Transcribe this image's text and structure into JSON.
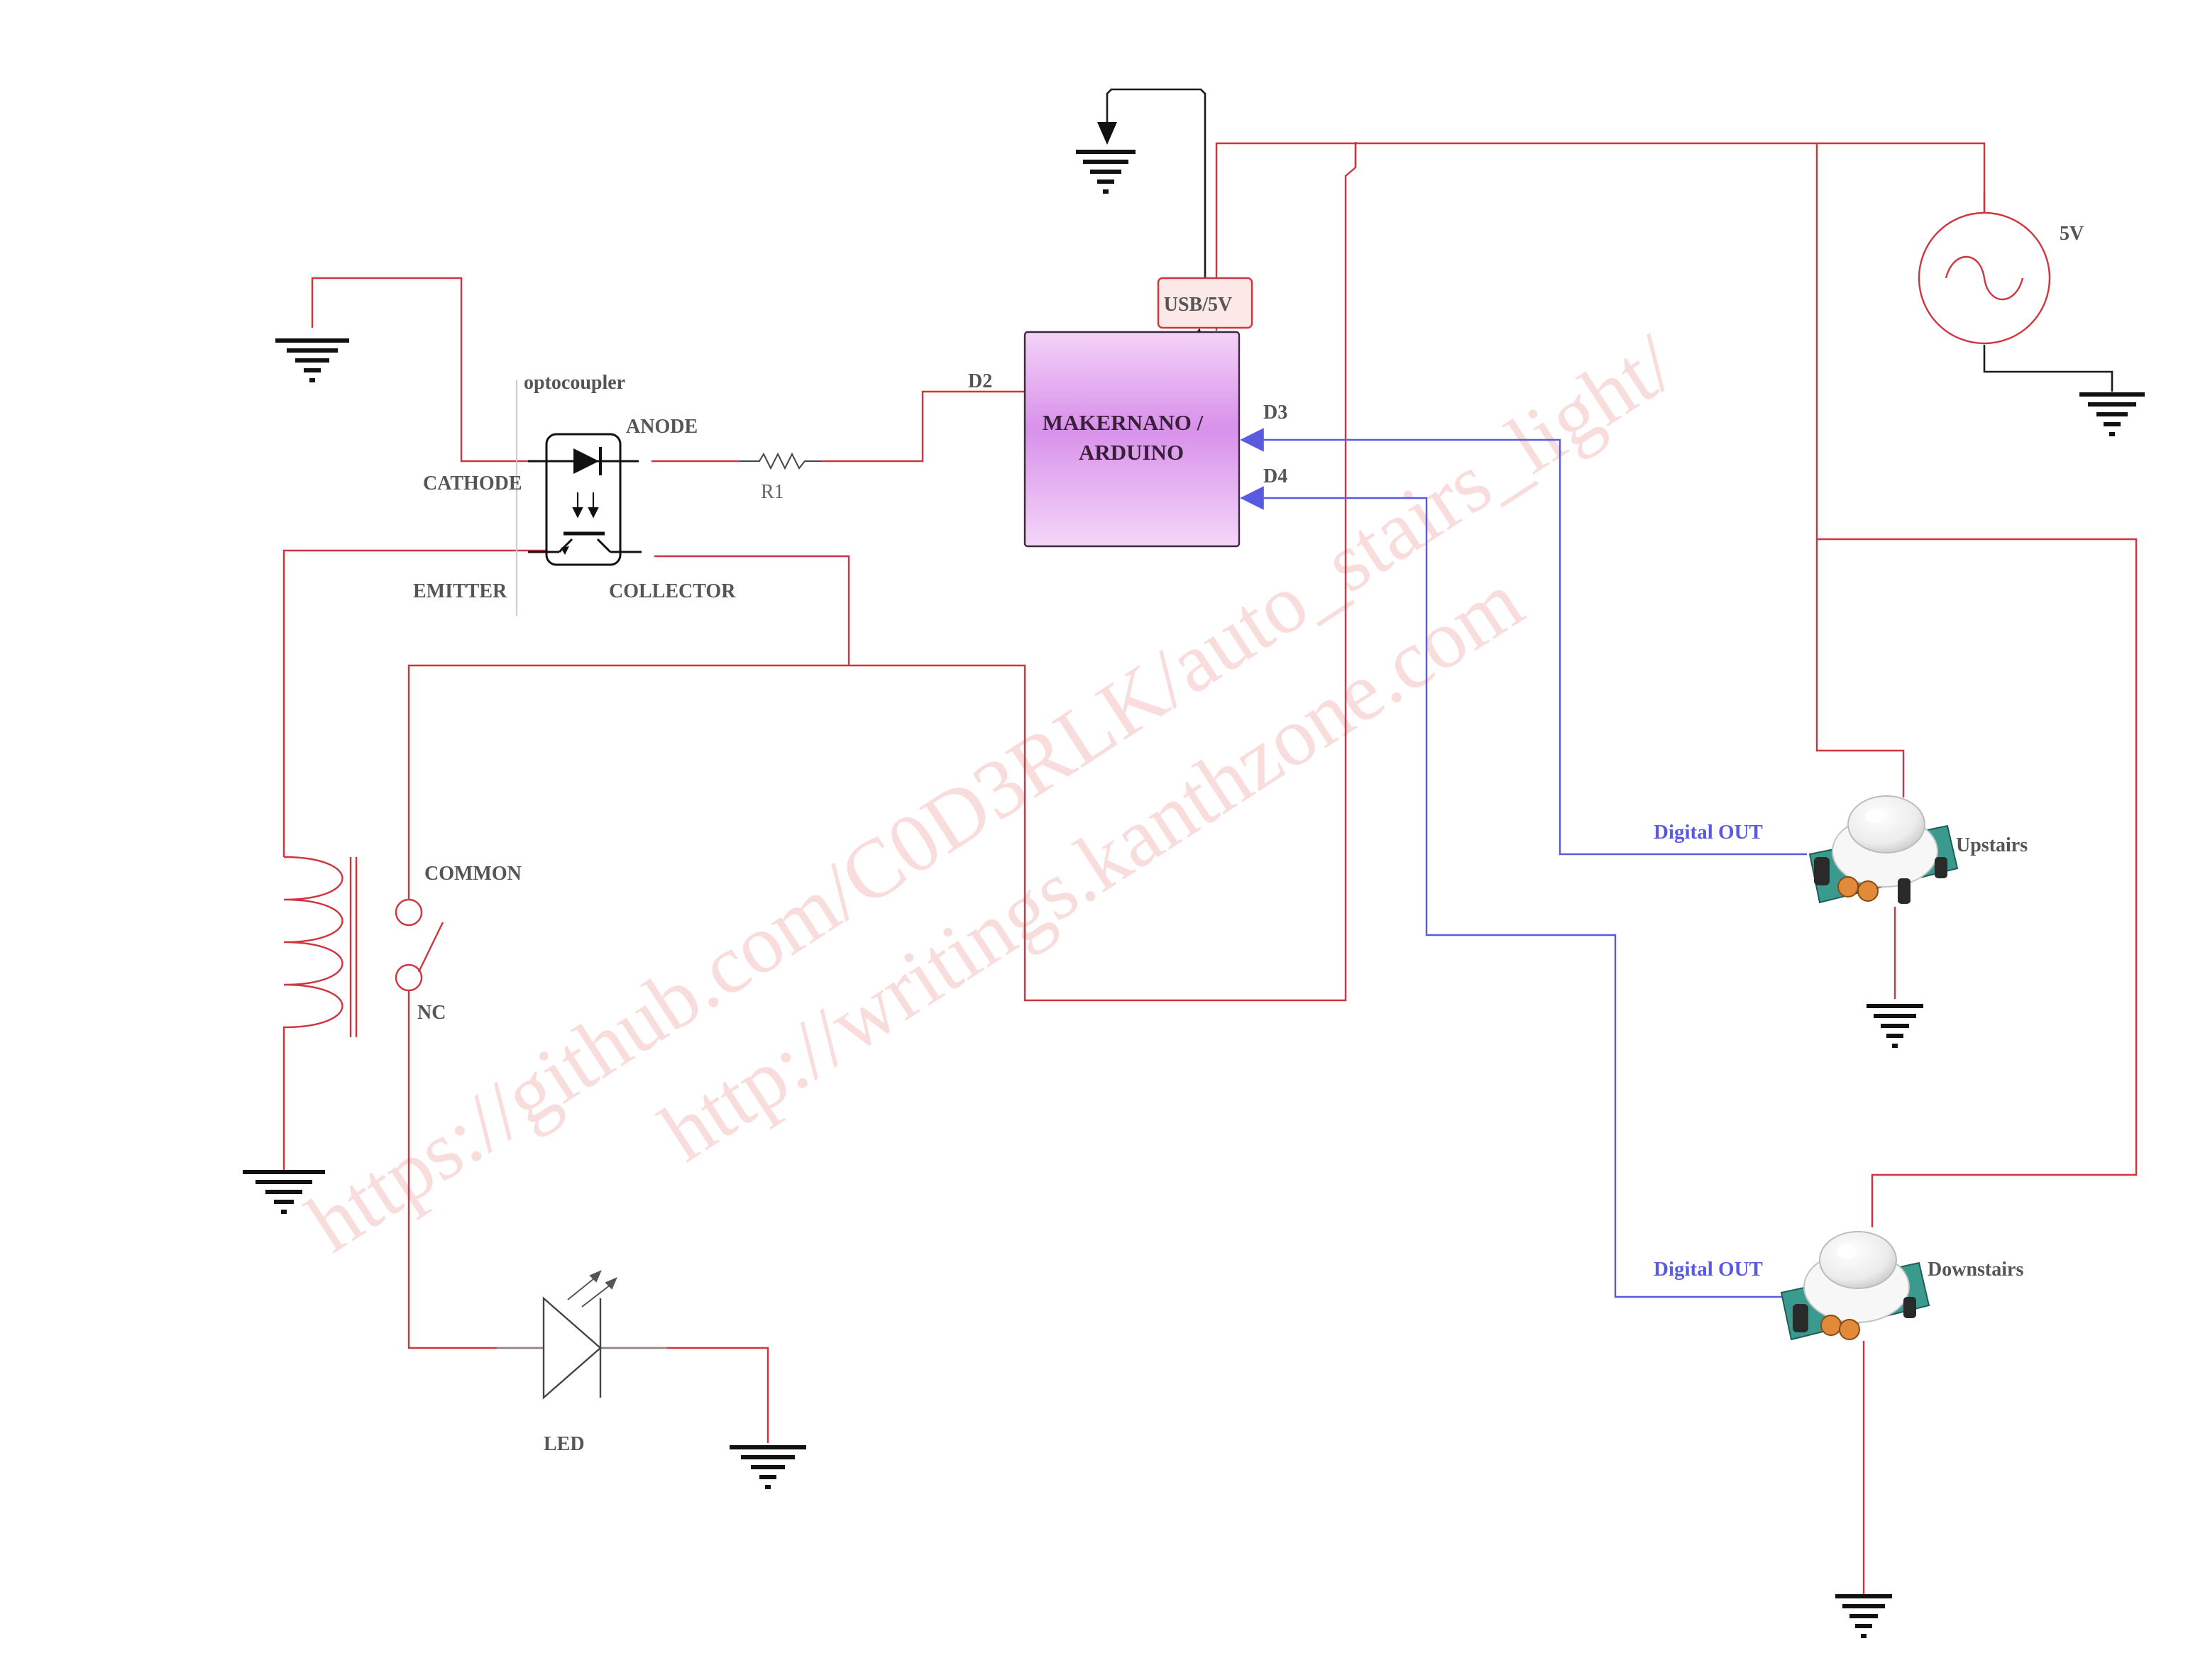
{
  "labels": {
    "optocoupler": "optocoupler",
    "anode": "ANODE",
    "cathode": "CATHODE",
    "emitter": "EMITTER",
    "collector": "COLLECTOR",
    "r1": "R1",
    "d2": "D2",
    "d3": "D3",
    "d4": "D4",
    "usb": "USB/5V",
    "mcu_line1": "MAKERNANO /",
    "mcu_line2": "ARDUINO",
    "supply": "5V",
    "common": "COMMON",
    "nc": "NC",
    "led": "LED",
    "digital_out_up": "Digital OUT",
    "digital_out_down": "Digital OUT",
    "upstairs": "Upstairs",
    "downstairs": "Downstairs"
  },
  "watermark": {
    "line1": "https://github.com/C0D3RLK/auto_stairs_light/",
    "line2": "http://writings.kanthzone.com"
  },
  "colors": {
    "power_wire": "#d0343f",
    "signal_wire": "#5a5ae0",
    "ground_wire": "#1a1a1a",
    "mcu_fill": "#e6a7f2",
    "usb_fill": "#fde8e8"
  }
}
